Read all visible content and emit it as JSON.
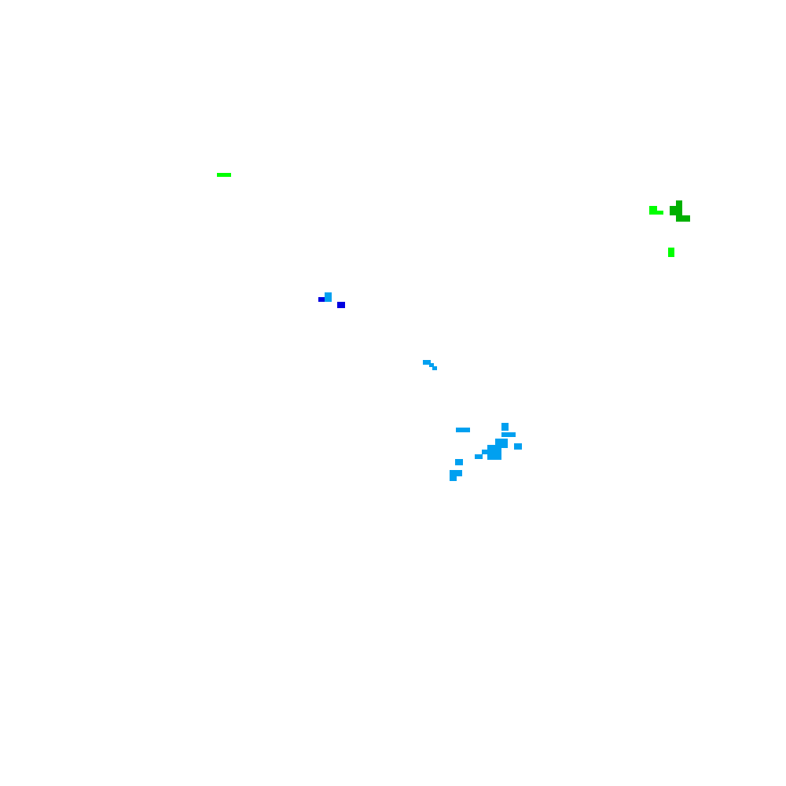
{
  "map": {
    "type": "precipitation-radar-overlay",
    "legend": {
      "light_green": "#00ff00",
      "dark_green": "#00b000",
      "light_blue": "#00a0f0",
      "dark_blue": "#0000e0"
    },
    "echo_groups": [
      {
        "name": "light-green-streak",
        "color": "light_green"
      },
      {
        "name": "green-cluster-northeast",
        "color": "light_green"
      },
      {
        "name": "dark-green-core-northeast",
        "color": "dark_green"
      },
      {
        "name": "green-isolated-east",
        "color": "light_green"
      },
      {
        "name": "dark-blue-echoes-west",
        "color": "dark_blue"
      },
      {
        "name": "light-blue-echo-west",
        "color": "light_blue"
      },
      {
        "name": "light-blue-arc-central",
        "color": "light_blue"
      },
      {
        "name": "light-blue-cluster-south",
        "color": "light_blue"
      }
    ]
  }
}
